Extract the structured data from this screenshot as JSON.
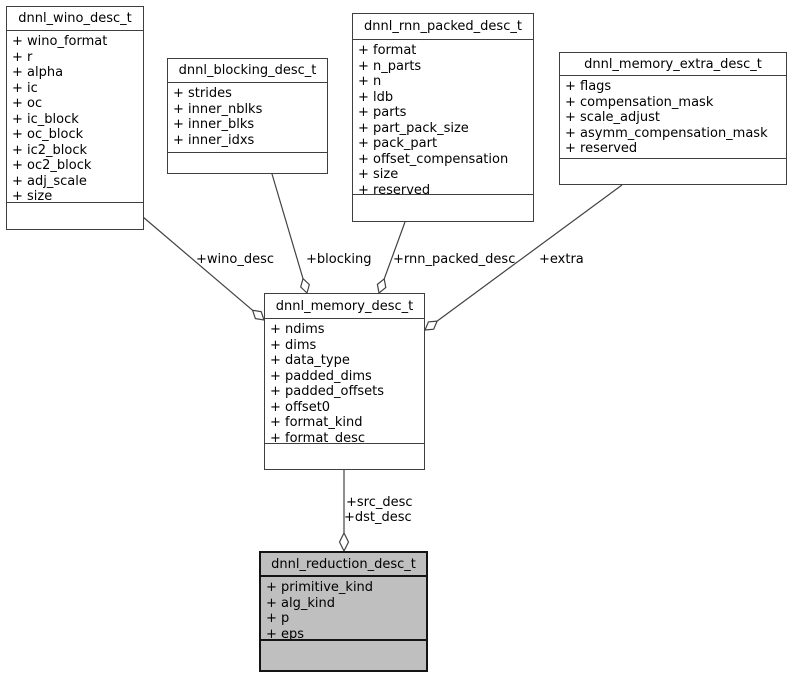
{
  "diagram": {
    "type": "uml-collaboration-diagram",
    "colors": {
      "node_fill": "#ffffff",
      "highlight_node_fill": "#bfbfbf",
      "border": "#3f3f3f",
      "edge": "#424242",
      "text": "#000000"
    },
    "classes": {
      "wino": {
        "title": "dnnl_wino_desc_t",
        "fields": [
          "+ wino_format",
          "+ r",
          "+ alpha",
          "+ ic",
          "+ oc",
          "+ ic_block",
          "+ oc_block",
          "+ ic2_block",
          "+ oc2_block",
          "+ adj_scale",
          "+ size"
        ]
      },
      "blocking": {
        "title": "dnnl_blocking_desc_t",
        "fields": [
          "+ strides",
          "+ inner_nblks",
          "+ inner_blks",
          "+ inner_idxs"
        ]
      },
      "rnn": {
        "title": "dnnl_rnn_packed_desc_t",
        "fields": [
          "+ format",
          "+ n_parts",
          "+ n",
          "+ ldb",
          "+ parts",
          "+ part_pack_size",
          "+ pack_part",
          "+ offset_compensation",
          "+ size",
          "+ reserved"
        ]
      },
      "extra": {
        "title": "dnnl_memory_extra_desc_t",
        "fields": [
          "+ flags",
          "+ compensation_mask",
          "+ scale_adjust",
          "+ asymm_compensation_mask",
          "+ reserved"
        ]
      },
      "memory": {
        "title": "dnnl_memory_desc_t",
        "fields": [
          "+ ndims",
          "+ dims",
          "+ data_type",
          "+ padded_dims",
          "+ padded_offsets",
          "+ offset0",
          "+ format_kind",
          "+ format_desc"
        ]
      },
      "reduction": {
        "title": "dnnl_reduction_desc_t",
        "fields": [
          "+ primitive_kind",
          "+ alg_kind",
          "+ p",
          "+ eps"
        ],
        "highlighted": true
      }
    },
    "edges": {
      "wino_desc": "+wino_desc",
      "blocking": "+blocking",
      "rnn_packed_desc": "+rnn_packed_desc",
      "extra": "+extra",
      "src_desc": "+src_desc",
      "dst_desc": "+dst_desc"
    }
  }
}
